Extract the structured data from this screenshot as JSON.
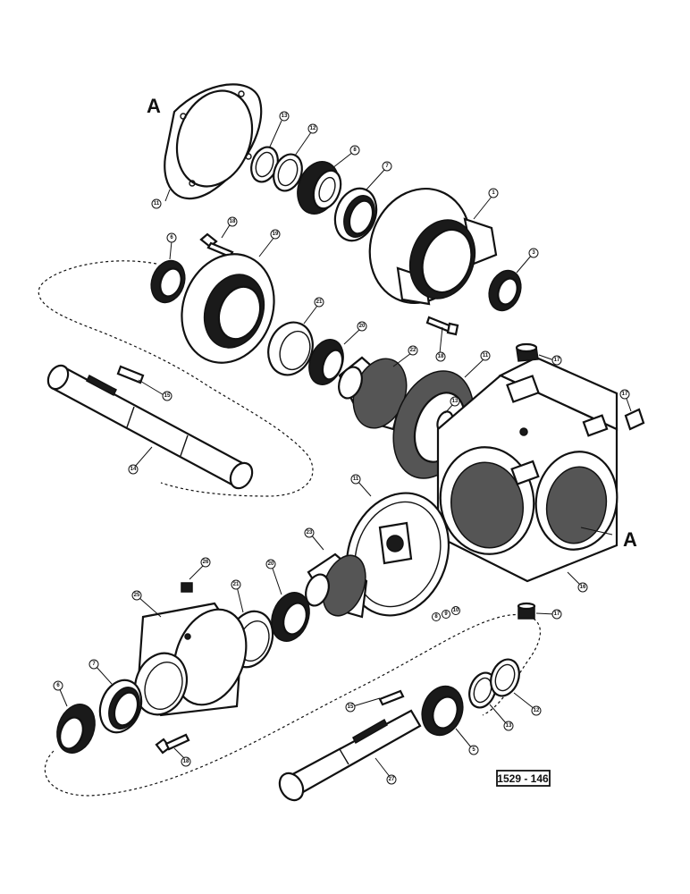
{
  "diagram": {
    "reference_letters": {
      "top_left": "A",
      "right": "A"
    },
    "figure_code": "1529 - 146",
    "callouts": {
      "gasket_top": "11",
      "ring_13_top": "13",
      "ring_12_top": "12",
      "cone_8_top": "8",
      "cup_7_top": "7",
      "bearing_cap_1": "1",
      "seal_3": "3",
      "seal_6_left": "6",
      "bolt_18_top": "18",
      "cap_19": "19",
      "cup_21_upper": "21",
      "cone_20_upper": "20",
      "gear_22": "22",
      "bolt_18_mid": "18",
      "gasket_11_mid": "11",
      "ring_13_mid": "13",
      "plug_17_top": "17",
      "plug_17_right": "17",
      "key_15": "15",
      "shaft_14": "14",
      "cap_11_lower": "11",
      "housing_16": "16",
      "plug_17_low": "17",
      "cone_23": "23",
      "plug_26": "26",
      "cone_20_lower": "20",
      "cup_21_lower": "21",
      "cap_25": "25",
      "cup_7_lower": "7",
      "cone_6_lower": "6",
      "bolt_18_lower": "18",
      "nut_8": "8",
      "washer_9": "9",
      "pin_10": "10",
      "key_15_lower": "15",
      "seal_5": "5",
      "ring_13_lower": "13",
      "ring_12_lower": "12",
      "shaft_27": "27"
    }
  }
}
